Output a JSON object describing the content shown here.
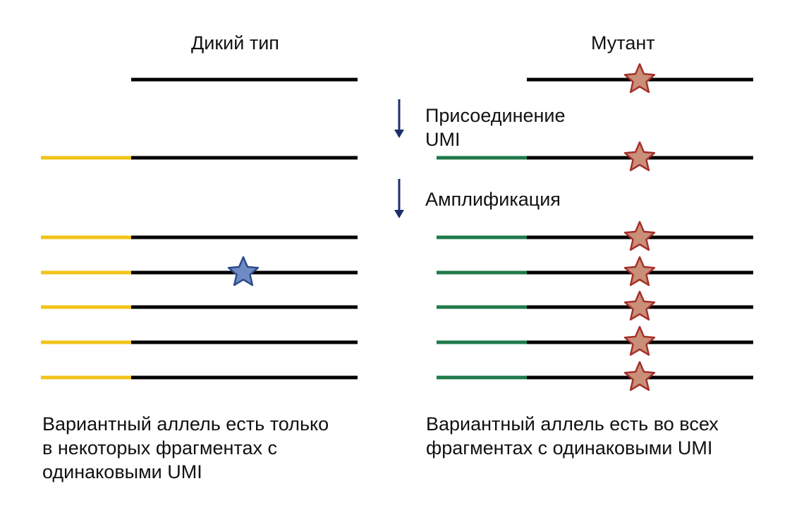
{
  "titles": {
    "wild_type": "Дикий тип",
    "mutant": "Мутант"
  },
  "steps": {
    "attach": [
      "Присоединение",
      "UMI"
    ],
    "amplify": "Амплификация"
  },
  "captions": {
    "left": [
      "Вариантный аллель есть только",
      "в некоторых фрагментах с",
      "одинаковыми UMI"
    ],
    "right": [
      "Вариантный аллель есть во всех",
      "фрагментах с одинаковыми UMI"
    ]
  },
  "colors": {
    "dna": "#000000",
    "umi_wild_type": "#f2c318",
    "umi_mutant": "#1e7a4a",
    "mutation_star_fill": "#c98f78",
    "mutation_star_stroke": "#a6302a",
    "error_star_fill": "#6f8bc4",
    "error_star_stroke": "#2f4a8a",
    "arrow": "#1b2f6e"
  },
  "diagram": {
    "wild_type": {
      "original": {
        "umi": false,
        "mark": "none"
      },
      "tagged": {
        "umi": true,
        "mark": "none"
      },
      "copies": [
        {
          "mark": "none"
        },
        {
          "mark": "error-star"
        },
        {
          "mark": "none"
        },
        {
          "mark": "none"
        },
        {
          "mark": "none"
        }
      ]
    },
    "mutant": {
      "original": {
        "umi": false,
        "mark": "mutation-star"
      },
      "tagged": {
        "umi": true,
        "mark": "mutation-star"
      },
      "copies": [
        {
          "mark": "mutation-star"
        },
        {
          "mark": "mutation-star"
        },
        {
          "mark": "mutation-star"
        },
        {
          "mark": "mutation-star"
        },
        {
          "mark": "mutation-star"
        }
      ]
    }
  }
}
